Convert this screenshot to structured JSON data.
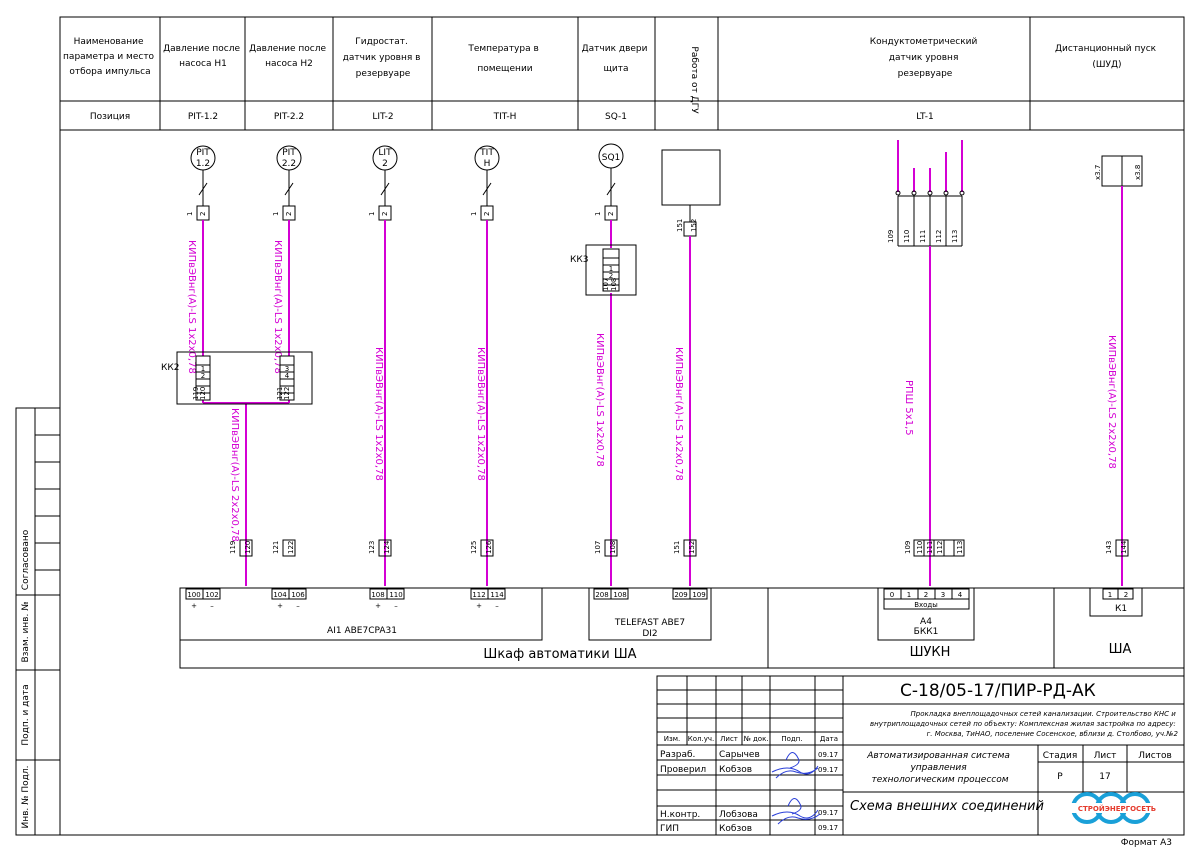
{
  "header": {
    "row1": [
      "Наименование параметра и место отбора импульса",
      "Давление после насоса Н1",
      "Давление после насоса Н2",
      "Гидростат. датчик уровня в резервуаре",
      "Температура в помещении",
      "Датчик двери щита",
      "Работа от ДГУ",
      "Кондуктометрический датчик уровня резервуаре",
      "Дистанционный пуск (ШУД)"
    ],
    "positions": [
      "Позиция",
      "PIT-1.2",
      "PIT-2.2",
      "LIT-2",
      "TIT-H",
      "SQ-1",
      "LT-1"
    ]
  },
  "sensors": [
    {
      "top": "PIT",
      "bottom": "1.2"
    },
    {
      "top": "PIT",
      "bottom": "2.2"
    },
    {
      "top": "LIT",
      "bottom": "2"
    },
    {
      "top": "TIT",
      "bottom": "H"
    },
    {
      "top": "SQ1",
      "bottom": ""
    }
  ],
  "terminal_labels": {
    "sensor_pair": [
      "1",
      "2"
    ],
    "dgu": [
      "151",
      "152"
    ],
    "lt_top": [
      "109",
      "110",
      "111",
      "112",
      "113"
    ],
    "remote_top": [
      "x3.7",
      "x3.8"
    ],
    "bottom_pairs": [
      [
        "119",
        "120"
      ],
      [
        "121",
        "122"
      ],
      [
        "123",
        "124"
      ],
      [
        "125",
        "126"
      ],
      [
        "107",
        "108"
      ],
      [
        "151",
        "152"
      ],
      [
        "143",
        "144"
      ]
    ],
    "lt_bottom": [
      "109",
      "110",
      "111",
      "112",
      "113"
    ]
  },
  "cables": {
    "pit12": "КИПвЭВнг(А)-LS 1х2х0,78",
    "pit22": "КИПвЭВнг(А)-LS 1х2х0,78",
    "kk2_out": "КИПвЭВнг(А)-LS 2х2х0,78",
    "lit": "КИПвЭВнг(А)-LS 1х2х0,78",
    "tit": "КИПвЭВнг(А)-LS 1х2х0,78",
    "sq": "КИПвЭВнг(А)-LS 1х2х0,78",
    "dgu": "КИПвЭВнг(А)-LS 1х2х0,78",
    "lt": "РПШ 5х1,5",
    "remote": "КИПвЭВнг(А)-LS 2х2х0,78"
  },
  "junction_boxes": {
    "kk2": {
      "label": "КК2",
      "left_pins": [
        "1",
        "2",
        "1",
        "2",
        "119",
        "120"
      ],
      "right_pins": [
        "1",
        "2",
        "3",
        "4",
        "121",
        "122"
      ]
    },
    "kk3": {
      "label": "КК3",
      "pins": [
        "1",
        "2",
        "1",
        "2",
        "107",
        "108"
      ]
    }
  },
  "modules": {
    "ai1": {
      "name": "AI1 ABE7CPA31",
      "terminals": [
        [
          "100",
          "102"
        ],
        [
          "104",
          "106"
        ],
        [
          "108",
          "110"
        ],
        [
          "112",
          "114"
        ]
      ],
      "signs": [
        "+",
        "–"
      ]
    },
    "di2": {
      "name1": "TELEFAST ABE7",
      "name2": "DI2",
      "terminals": [
        [
          "208",
          "108"
        ],
        [
          "209",
          "109"
        ]
      ]
    },
    "a4": {
      "name1": "А4",
      "name2": "БКК1",
      "inputs_label": "Входы",
      "terminals": [
        "0",
        "1",
        "2",
        "3",
        "4"
      ]
    },
    "k1": {
      "name": "К1",
      "terminals": [
        "1",
        "2"
      ]
    }
  },
  "cabinets": [
    "Шкаф автоматики ША",
    "ШУКН",
    "ША"
  ],
  "side_stamp": [
    "Согласовано",
    "Взам. инв. №",
    "Подп. и дата",
    "Инв. № Подл."
  ],
  "title_block": {
    "code": "С-18/05-17/ПИР-РД-АК",
    "project": "Прокладка внеплощадочных сетей канализации. Строительство КНС и внутриплощадочных сетей по объекту: Комплексная жилая застройка по адресу: г. Москва, ТиНАО, поселение Сосенское, вблизи д. Столбово, уч.№2",
    "col_headers": [
      "Изм.",
      "Кол.уч.",
      "Лист",
      "№ док.",
      "Подп.",
      "Дата"
    ],
    "roles": [
      {
        "role": "Разраб.",
        "name": "Сарычев",
        "date": "09.17"
      },
      {
        "role": "Проверил",
        "name": "Кобзов",
        "date": "09.17"
      },
      {
        "role": "Н.контр.",
        "name": "Лобзова",
        "date": "09.17"
      },
      {
        "role": "ГИП",
        "name": "Кобзов",
        "date": "09.17"
      }
    ],
    "system": "Автоматизированная система управления технологическим процессом",
    "stage_headers": [
      "Стадия",
      "Лист",
      "Листов"
    ],
    "stage": "Р",
    "sheet": "17",
    "sheets": "",
    "drawing_name": "Схема внешних соединений",
    "logo_text": "СТРОЙЭНЕРГОСЕТЬ",
    "format": "Формат А3"
  }
}
